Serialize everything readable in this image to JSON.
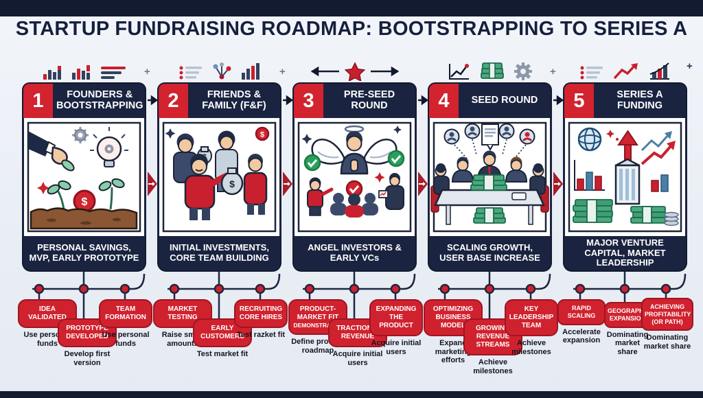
{
  "title": "STARTUP FUNDRAISING ROADMAP: BOOTSTRAPPING TO SERIES A",
  "currency_symbol": "$",
  "decor_plus": "+",
  "colors": {
    "navy": "#1a2440",
    "red": "#d0222e",
    "background": "#e9eef5",
    "money_green": "#3f9e74"
  },
  "stages": [
    {
      "number": "1",
      "title": "FOUNDERS & BOOTSTRAPPING",
      "caption": "PERSONAL SAVINGS, MVP, EARLY PROTOTYPE",
      "illustration": "hand-planting-money-seedlings",
      "milestones": [
        {
          "label": "IDEA VALIDATED",
          "sublabel": "",
          "desc": "Use personal funds"
        },
        {
          "label": "PROTOTYPE DEVELOPED",
          "sublabel": "",
          "desc": "Develop first version"
        },
        {
          "label": "TEAM FORMATION",
          "sublabel": "",
          "desc": "Use personal funds"
        }
      ]
    },
    {
      "number": "2",
      "title": "FRIENDS & FAMILY (F&F)",
      "caption": "INITIAL INVESTMENTS, CORE TEAM BUILDING",
      "illustration": "family-group-with-money-bags",
      "milestones": [
        {
          "label": "MARKET TESTING",
          "sublabel": "",
          "desc": "Raise small amounts"
        },
        {
          "label": "EARLY CUSTOMERS",
          "sublabel": "",
          "desc": "Test market fit"
        },
        {
          "label": "RECRUITING CORE HIRES",
          "sublabel": "",
          "desc": "Test razket fit"
        }
      ]
    },
    {
      "number": "3",
      "title": "PRE-SEED ROUND",
      "caption": "ANGEL INVESTORS & EARLY VCs",
      "illustration": "angel-investor-with-wings",
      "milestones": [
        {
          "label": "PRODUCT-MARKET FIT",
          "sublabel": "DEMONSTRATED",
          "desc": "Define product roadmap"
        },
        {
          "label": "TRACTION & REVENUE",
          "sublabel": "",
          "desc": "Acquire initial users"
        },
        {
          "label": "EXPANDING THE PRODUCT",
          "sublabel": "",
          "desc": "Acquire initial users"
        }
      ]
    },
    {
      "number": "4",
      "title": "SEED ROUND",
      "caption": "SCALING GROWTH, USER BASE INCREASE",
      "illustration": "boardroom-funding-meeting",
      "milestones": [
        {
          "label": "OPTIMIZING BUSINESS MODEL",
          "sublabel": "",
          "desc": "Expand marketing efforts"
        },
        {
          "label": "GROWING REVENUE STREAMS",
          "sublabel": "",
          "desc": "Achieve milestones"
        },
        {
          "label": "KEY LEADERSHIP TEAM",
          "sublabel": "",
          "desc": "Achieve milestones"
        }
      ]
    },
    {
      "number": "5",
      "title": "SERIES A FUNDING",
      "caption": "MAJOR VENTURE CAPITAL, MARKET LEADERSHIP",
      "illustration": "skyscraper-growth-capital",
      "milestones": [
        {
          "label": "RAPID SCALING",
          "sublabel": "",
          "desc": "Accelerate expansion"
        },
        {
          "label": "GEOGRAPHIC EXPANSION",
          "sublabel": "",
          "desc": "Dominating market share"
        },
        {
          "label": "ACHIEVING PROFITABILITY (OR PATH)",
          "sublabel": "",
          "desc": "Dominating market share"
        }
      ]
    }
  ]
}
